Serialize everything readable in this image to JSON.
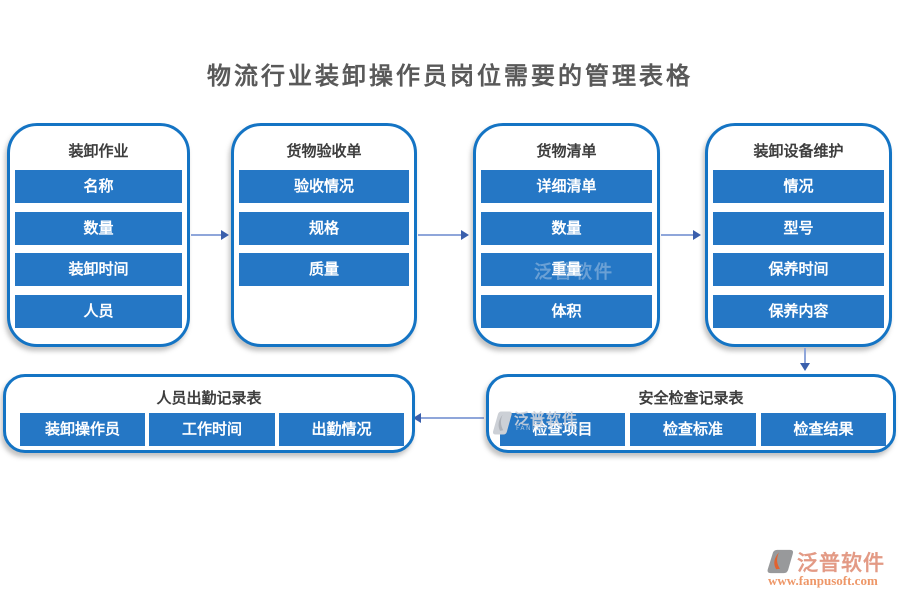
{
  "title": "物流行业装卸操作员岗位需要的管理表格",
  "flow_boxes": [
    {
      "title": "装卸作业",
      "items": [
        "名称",
        "数量",
        "装卸时间",
        "人员"
      ]
    },
    {
      "title": "货物验收单",
      "items": [
        "验收情况",
        "规格",
        "质量"
      ]
    },
    {
      "title": "货物清单",
      "items": [
        "详细清单",
        "数量",
        "重量",
        "体积"
      ]
    },
    {
      "title": "装卸设备维护",
      "items": [
        "情况",
        "型号",
        "保养时间",
        "保养内容"
      ]
    }
  ],
  "record_boxes": [
    {
      "title": "人员出勤记录表",
      "items": [
        "装卸操作员",
        "工作时间",
        "出勤情况"
      ]
    },
    {
      "title": "安全检查记录表",
      "items": [
        "检查项目",
        "检查标准",
        "检查结果"
      ]
    }
  ],
  "watermark": {
    "text": "泛普软件",
    "subtext": "FANPUSOFT.COM"
  },
  "logo": {
    "brand": "泛普软件",
    "url": "www.fanpusoft.com"
  },
  "colors": {
    "bar_fill": "#2577C5",
    "box_border": "#1474C4",
    "title_text": "#595959",
    "arrow_line": "#8FA6DA",
    "arrow_head": "#3A5FAC",
    "logo_brand": "#E39A85",
    "logo_url": "#EE9768",
    "watermark_gray": "#CED3DB"
  }
}
